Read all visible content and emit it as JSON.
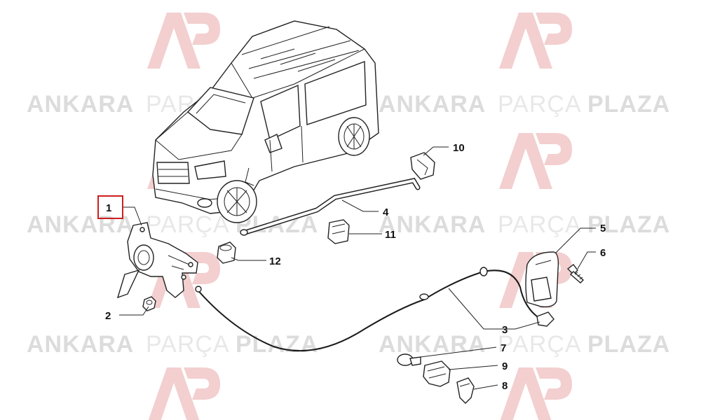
{
  "watermark": {
    "brand_a": "ANKARA",
    "brand_b": "PARÇA",
    "brand_c": "PLAZA",
    "logo_color": "#f3cfcf",
    "text_color": "#e8e8e8",
    "text_bold_color": "#dcdcdc"
  },
  "callouts": [
    {
      "id": "1",
      "label": "1",
      "highlighted": true
    },
    {
      "id": "2",
      "label": "2"
    },
    {
      "id": "3",
      "label": "3"
    },
    {
      "id": "4",
      "label": "4"
    },
    {
      "id": "5",
      "label": "5"
    },
    {
      "id": "6",
      "label": "6"
    },
    {
      "id": "7",
      "label": "7"
    },
    {
      "id": "8",
      "label": "8"
    },
    {
      "id": "9",
      "label": "9"
    },
    {
      "id": "10",
      "label": "10"
    },
    {
      "id": "11",
      "label": "11"
    },
    {
      "id": "12",
      "label": "12"
    }
  ],
  "highlight_color": "#cc1f1f"
}
